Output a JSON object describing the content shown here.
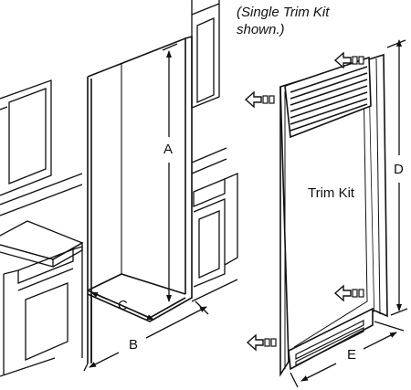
{
  "caption": {
    "line1": "(Single Trim Kit",
    "line2": "shown.)"
  },
  "panel_label": "Trim Kit",
  "dimensions": {
    "a": "A",
    "b": "B",
    "c": "C",
    "d": "D",
    "e": "E"
  }
}
